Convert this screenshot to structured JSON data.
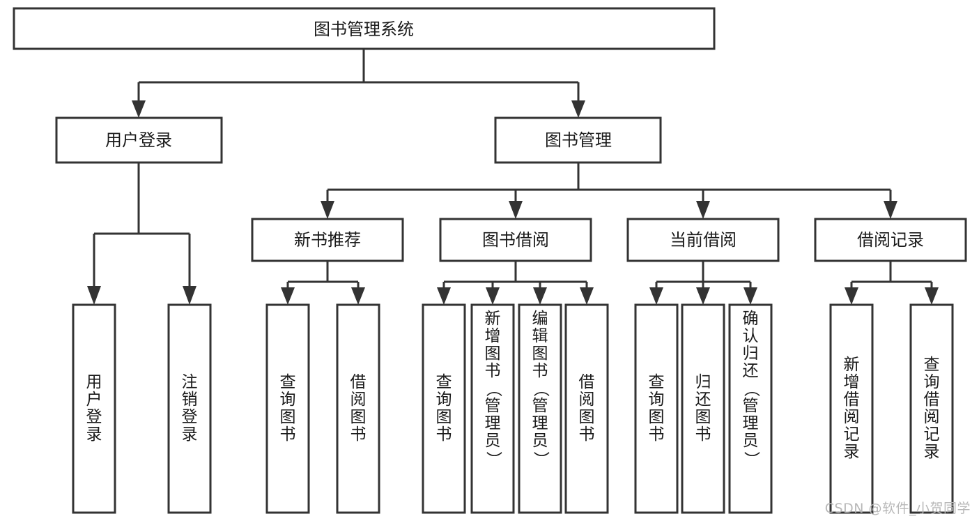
{
  "diagram": {
    "type": "hierarchy-tree",
    "title_node": {
      "id": "root",
      "label": "图书管理系统"
    },
    "level2": [
      {
        "id": "user-login",
        "label": "用户登录"
      },
      {
        "id": "book-manage",
        "label": "图书管理"
      }
    ],
    "level3": [
      {
        "id": "new-book-rec",
        "label": "新书推荐",
        "parent": "book-manage"
      },
      {
        "id": "book-borrow",
        "label": "图书借阅",
        "parent": "book-manage"
      },
      {
        "id": "current-borrow",
        "label": "当前借阅",
        "parent": "book-manage"
      },
      {
        "id": "borrow-record",
        "label": "借阅记录",
        "parent": "book-manage"
      }
    ],
    "leaves": [
      {
        "id": "leaf-user-login",
        "label": "用户登录",
        "parent": "user-login"
      },
      {
        "id": "leaf-logout-login",
        "label": "注销登录",
        "parent": "user-login"
      },
      {
        "id": "leaf-query-book-1",
        "label": "查询图书",
        "parent": "new-book-rec"
      },
      {
        "id": "leaf-borrow-book-1",
        "label": "借阅图书",
        "parent": "new-book-rec"
      },
      {
        "id": "leaf-query-book-2",
        "label": "查询图书",
        "parent": "book-borrow"
      },
      {
        "id": "leaf-add-book",
        "label": "新增图书（管理员）",
        "parent": "book-borrow"
      },
      {
        "id": "leaf-edit-book",
        "label": "编辑图书（管理员）",
        "parent": "book-borrow"
      },
      {
        "id": "leaf-borrow-book-2",
        "label": "借阅图书",
        "parent": "book-borrow"
      },
      {
        "id": "leaf-query-book-3",
        "label": "查询图书",
        "parent": "current-borrow"
      },
      {
        "id": "leaf-return-book",
        "label": "归还图书",
        "parent": "current-borrow"
      },
      {
        "id": "leaf-confirm-return",
        "label": "确认归还（管理员）",
        "parent": "current-borrow"
      },
      {
        "id": "leaf-add-record",
        "label": "新增借阅记录",
        "parent": "borrow-record"
      },
      {
        "id": "leaf-query-record",
        "label": "查询借阅记录",
        "parent": "borrow-record"
      }
    ],
    "colors": {
      "stroke": "#333333",
      "box_fill": "#ffffff",
      "text": "#1a1a1a",
      "watermark": "#b8b8b8",
      "background": "#ffffff"
    }
  },
  "watermark": {
    "text": "CSDN @软件_小贺同学"
  }
}
